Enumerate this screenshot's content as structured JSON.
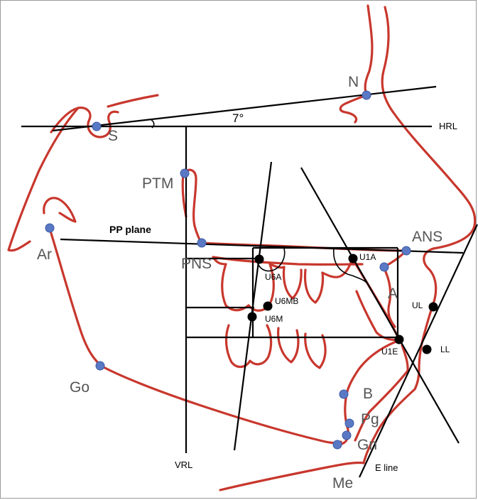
{
  "landmarks": {
    "N": "N",
    "S": "S",
    "PTM": "PTM",
    "Ar": "Ar",
    "PNS": "PNS",
    "ANS": "ANS",
    "A": "A",
    "Go": "Go",
    "B": "B",
    "Pg": "Pg",
    "Gn": "Gn",
    "Me": "Me"
  },
  "dental_points": {
    "U6A": "U6A",
    "U6MB": "U6MB",
    "U6M": "U6M",
    "U1A": "U1A",
    "U1E": "U1E",
    "UL": "UL",
    "LL": "LL"
  },
  "reference_lines": {
    "HRL": "HRL",
    "VRL": "VRL",
    "PP": "PP plane",
    "E": "E line"
  },
  "angle_label": "7°",
  "colors": {
    "tracing": "#c8372d",
    "landmark_point": "#5a79c4",
    "reference_line": "#000000"
  }
}
